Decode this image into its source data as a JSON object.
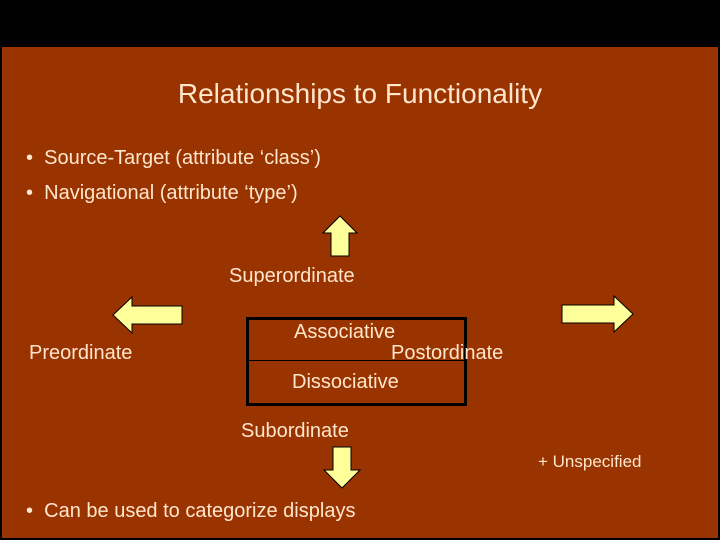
{
  "title": "Relationships to Functionality",
  "bullets": [
    "Source-Target (attribute ‘class’)",
    "Navigational (attribute ‘type’)"
  ],
  "bullet_bottom": "Can be used to categorize displays",
  "bullet_char": "•",
  "diagram": {
    "up": "Superordinate",
    "left": "Preordinate",
    "right": "Postordinate",
    "down": "Subordinate",
    "box_top": "Associative",
    "box_bottom": "Dissociative",
    "extra": "+ Unspecified"
  },
  "colors": {
    "background": "#993300",
    "text": "#ffe6cc",
    "arrow": "#ffff99"
  }
}
